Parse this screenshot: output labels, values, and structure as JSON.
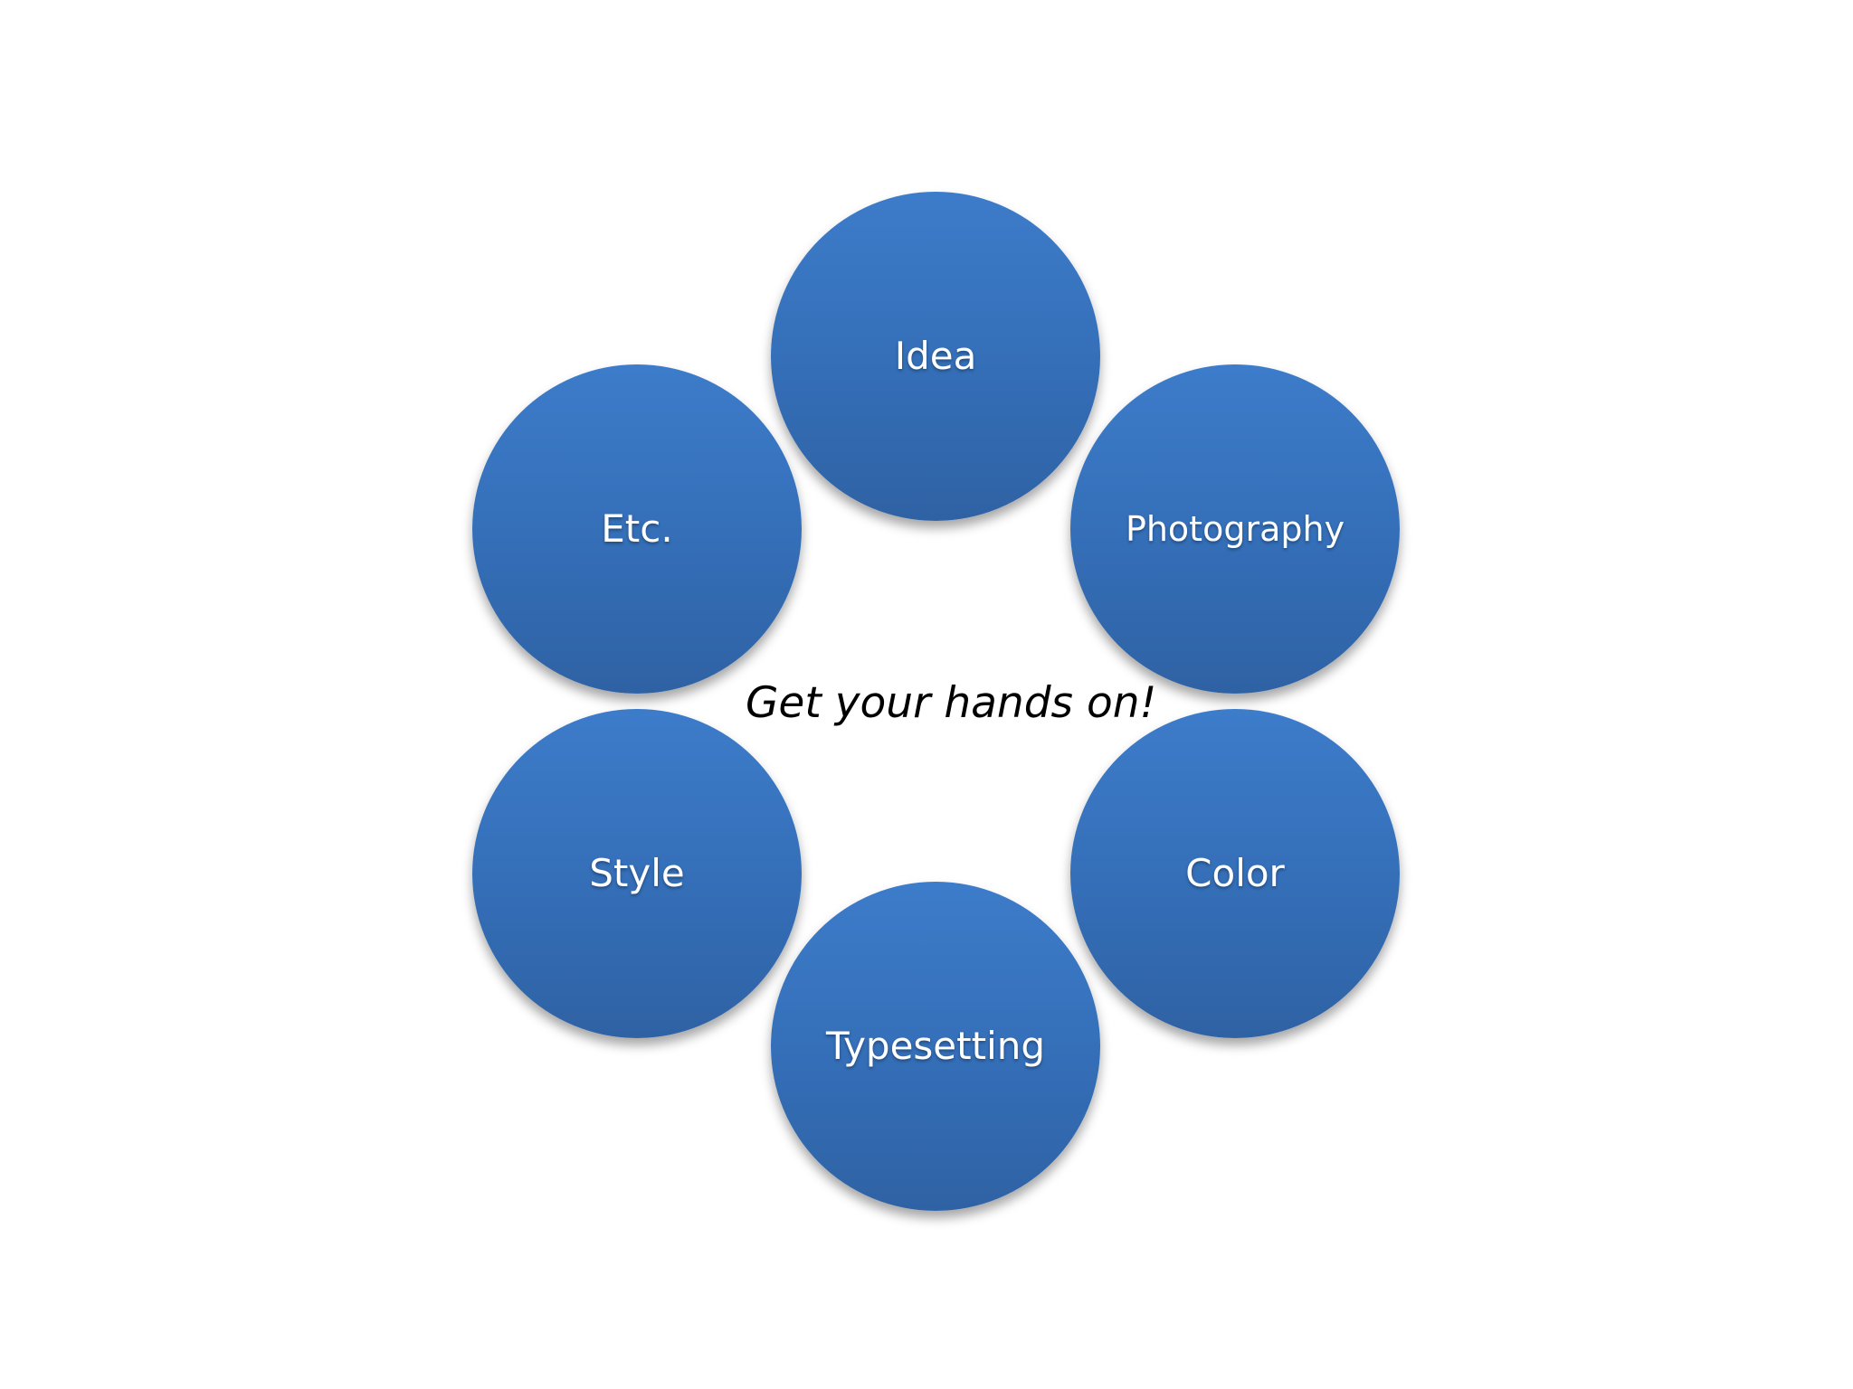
{
  "diagram": {
    "center_text": "Get your hands on!",
    "nodes": [
      {
        "label": "Idea"
      },
      {
        "label": "Photography"
      },
      {
        "label": "Color"
      },
      {
        "label": "Typesetting"
      },
      {
        "label": "Style"
      },
      {
        "label": "Etc."
      }
    ]
  },
  "colors": {
    "circle_fill": "#3a74bf",
    "label_text": "#ffffff",
    "center_text": "#000000",
    "background": "#ffffff"
  }
}
